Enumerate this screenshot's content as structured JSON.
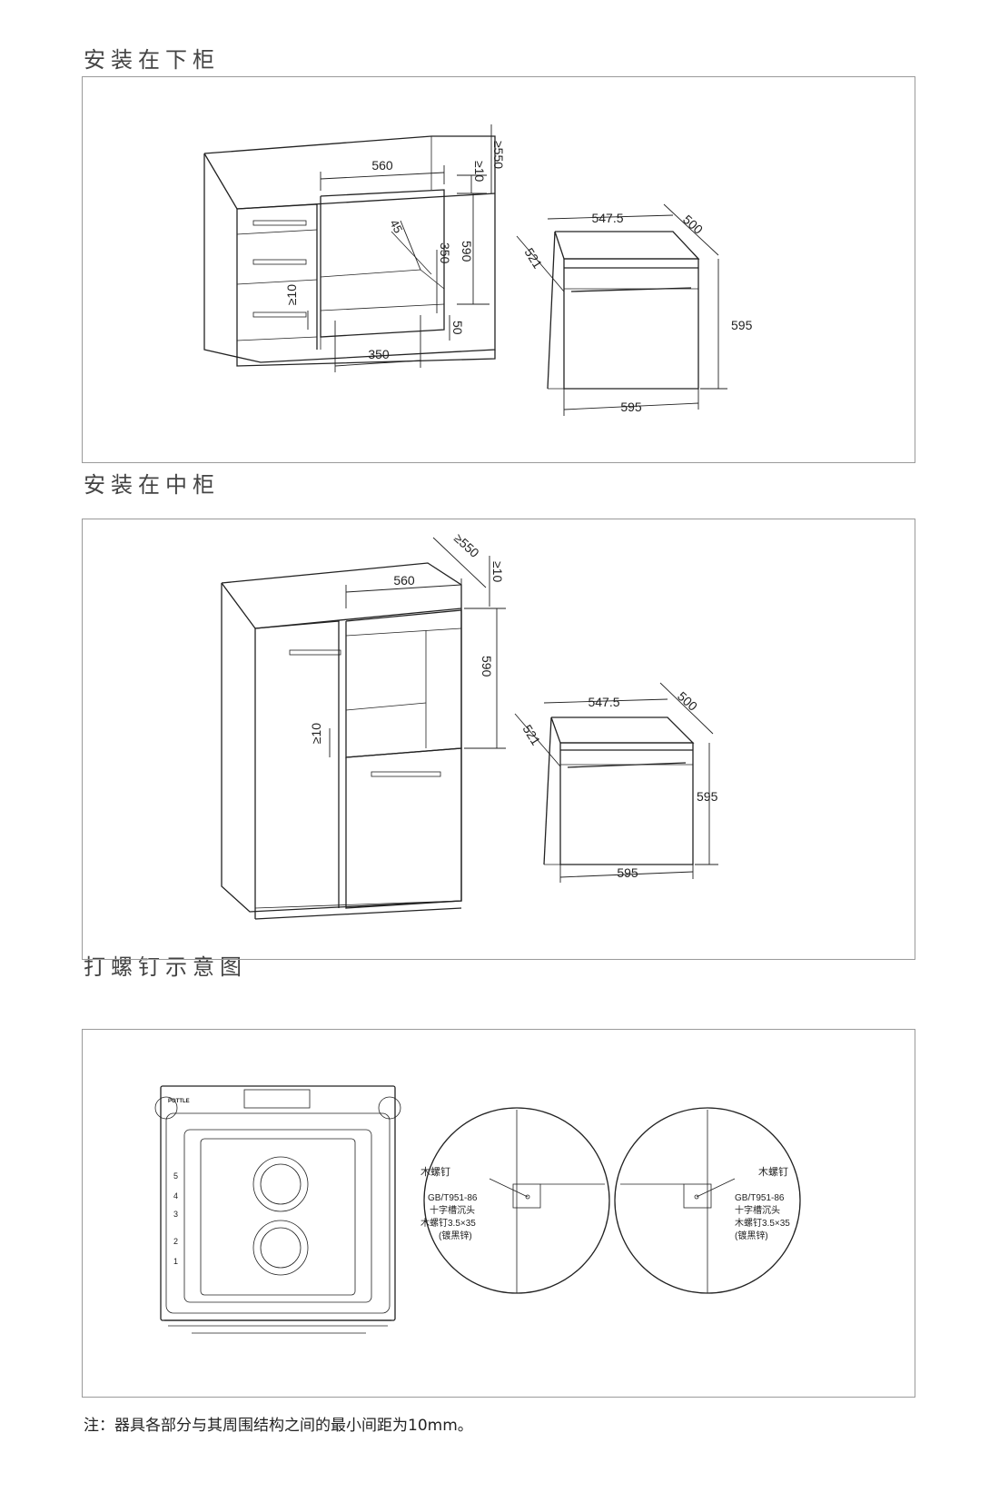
{
  "sections": [
    {
      "title": "安装在下柜"
    },
    {
      "title": "安装在中柜"
    },
    {
      "title": "打螺钉示意图"
    }
  ],
  "lower_cabinet": {
    "dims": {
      "width": "560",
      "top_gap": "≥10",
      "depth": "≥550",
      "diag": "45",
      "vent": "350",
      "height": "590",
      "bottom_gap": "≥10",
      "base": "50",
      "vent_width": "350"
    },
    "oven": {
      "top_width": "547.5",
      "depth": "500",
      "front_depth": "521",
      "height": "595",
      "width": "595"
    }
  },
  "middle_cabinet": {
    "dims": {
      "width": "560",
      "depth": "≥550",
      "top_gap": "≥10",
      "height": "590",
      "bottom_gap": "≥10"
    },
    "oven": {
      "top_width": "547.5",
      "depth": "500",
      "front_depth": "521",
      "height": "595",
      "width": "595"
    }
  },
  "screw": {
    "brand": "POTTLE",
    "rack_levels": [
      "5",
      "4",
      "3",
      "2",
      "1"
    ],
    "left": {
      "label": "木螺钉",
      "spec": "GB/T951-86",
      "type": "十字槽沉头",
      "size": "木螺钉3.5×35",
      "finish": "(镀黑锌)"
    },
    "right": {
      "label": "木螺钉",
      "spec": "GB/T951-86",
      "type": "十字槽沉头",
      "size": "木螺钉3.5×35",
      "finish": "(镀黑锌)"
    }
  },
  "footnote": "注：器具各部分与其周围结构之间的最小间距为10mm。"
}
